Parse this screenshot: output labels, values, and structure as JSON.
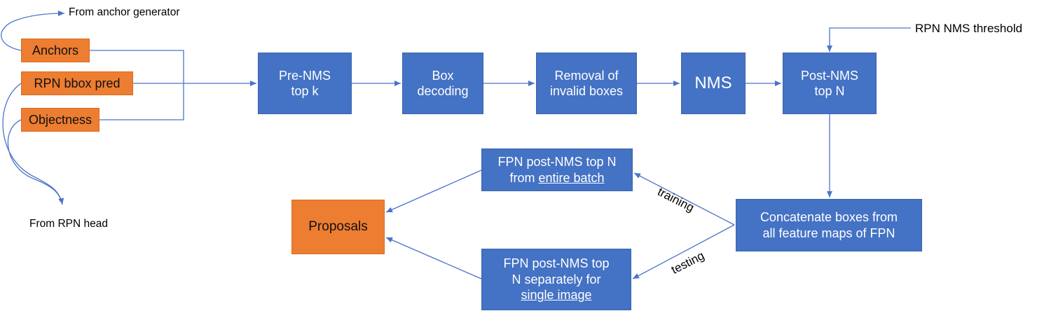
{
  "inputs": {
    "anchors": "Anchors",
    "rpn_bbox_pred": "RPN bbox pred",
    "objectness": "Objectness"
  },
  "sources": {
    "from_anchor_generator": "From anchor generator",
    "from_rpn_head": "From RPN head",
    "rpn_nms_threshold": "RPN NMS threshold"
  },
  "steps": {
    "pre_nms_top_k": [
      "Pre-NMS",
      "top k"
    ],
    "box_decoding": [
      "Box",
      "decoding"
    ],
    "removal_invalid": [
      "Removal of",
      "invalid boxes"
    ],
    "nms": "NMS",
    "post_nms_top_n": [
      "Post-NMS",
      "top N"
    ],
    "concatenate": [
      "Concatenate boxes from",
      "all feature maps of FPN"
    ],
    "fpn_batch": {
      "line1": "FPN post-NMS top N",
      "prefix": "from ",
      "underlined": "entire batch"
    },
    "fpn_single": {
      "line1": "FPN post-NMS top",
      "line2": "N separately for",
      "underlined": "single image"
    },
    "proposals": "Proposals"
  },
  "edges": {
    "training": "training",
    "testing": "testing"
  },
  "colors": {
    "process_blue": "#4472c4",
    "input_orange": "#ed7d31",
    "wire": "#4a74c9"
  }
}
